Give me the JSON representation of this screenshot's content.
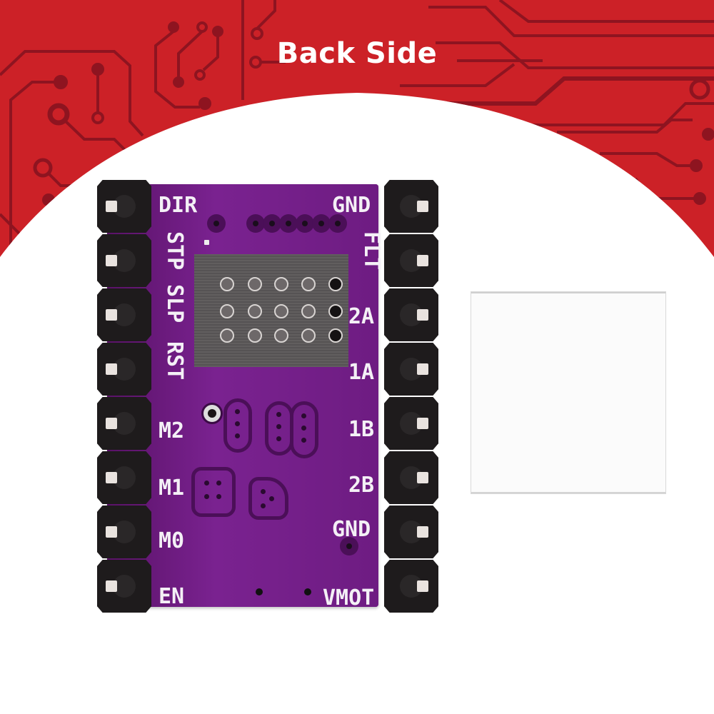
{
  "banner": {
    "title": "Back Side",
    "background_color": "#cc2127",
    "trace_color": "#8e1420"
  },
  "board": {
    "pcb_color": "#6a1a7a",
    "left_pins": [
      "DIR",
      "STP",
      "SLP",
      "RST",
      "M2",
      "M1",
      "M0",
      "EN"
    ],
    "right_pins": [
      "GND",
      "FLT",
      "2A",
      "1A",
      "1B",
      "2B",
      "GND",
      "VMOT"
    ],
    "left_labels": {
      "dir": "DIR",
      "stp": "STP",
      "slp": "SLP",
      "rst": "RST",
      "m2": "M2",
      "m1": "M1",
      "m0": "M0",
      "en": "EN"
    },
    "right_labels": {
      "gnd_top": "GND",
      "flt": "FLT",
      "a2": "2A",
      "a1": "1A",
      "b1": "1B",
      "b2": "2B",
      "gnd_bottom": "GND",
      "vmot": "VMOT"
    },
    "thermal_pad_vias": {
      "rows": 3,
      "cols": 5
    }
  },
  "accessory": {
    "name": "heat-sink-thermal-pad",
    "color": "#fbfbfb"
  }
}
